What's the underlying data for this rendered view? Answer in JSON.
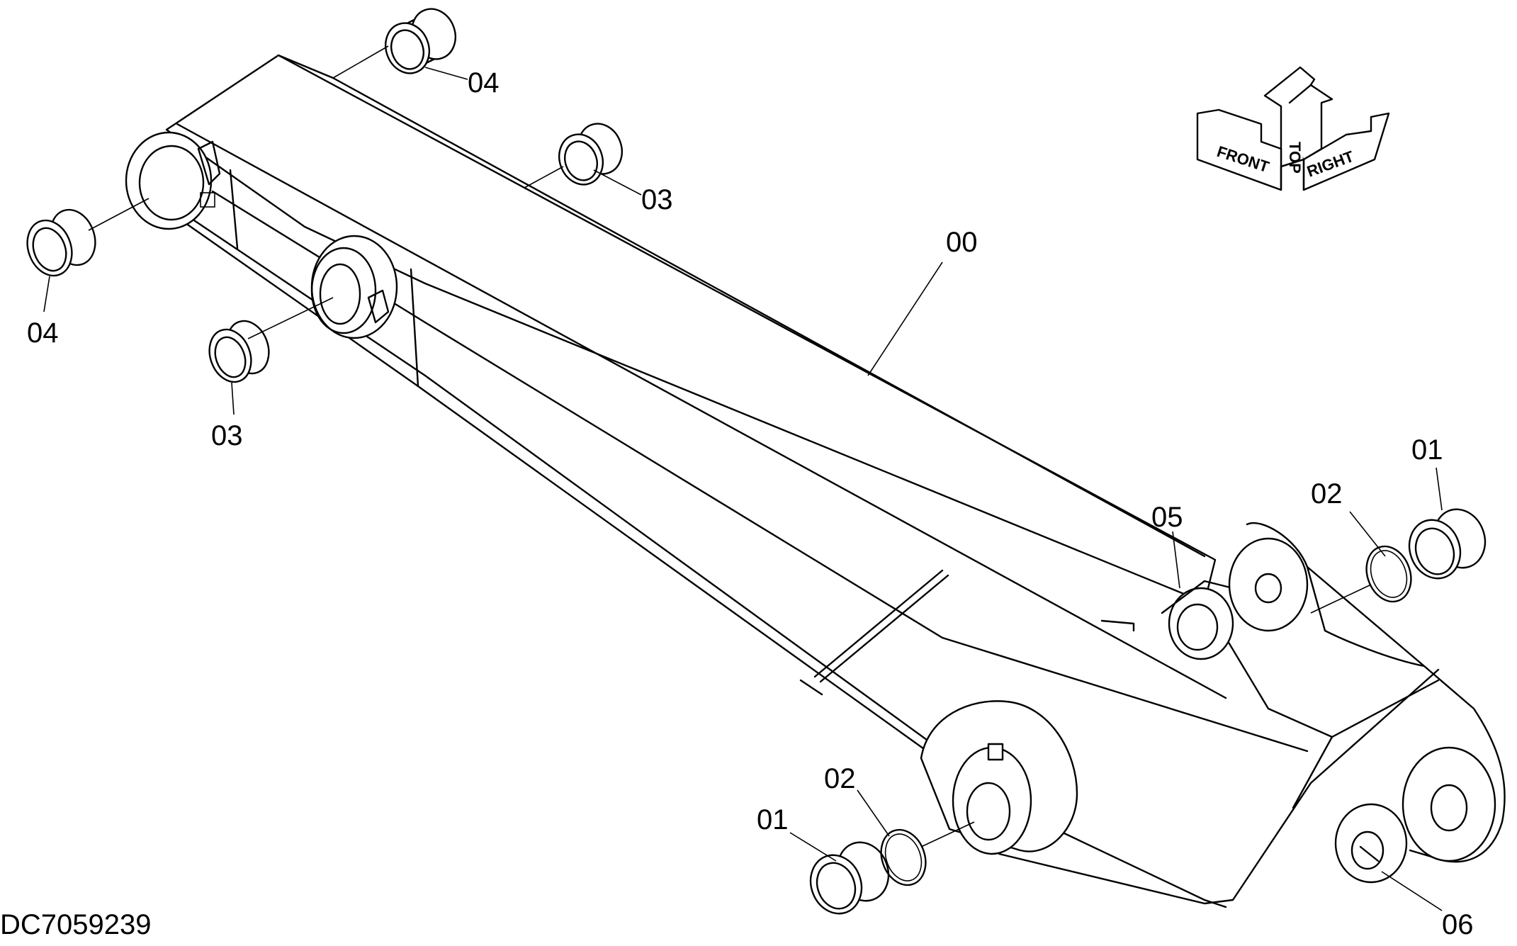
{
  "drawing": {
    "id": "DC7059239",
    "callouts": {
      "main_part": "00",
      "left_top_bushing": "04",
      "left_side_bushing": "04",
      "upper_mid_bushing": "03",
      "lower_mid_bushing": "03",
      "right_top_bushing": "01",
      "right_top_seal": "02",
      "bottom_bushing": "01",
      "bottom_seal": "02",
      "upper_boss": "05",
      "lower_boss": "06"
    },
    "orientation": {
      "front": "FRONT",
      "top": "TOP",
      "right": "RIGHT"
    }
  }
}
